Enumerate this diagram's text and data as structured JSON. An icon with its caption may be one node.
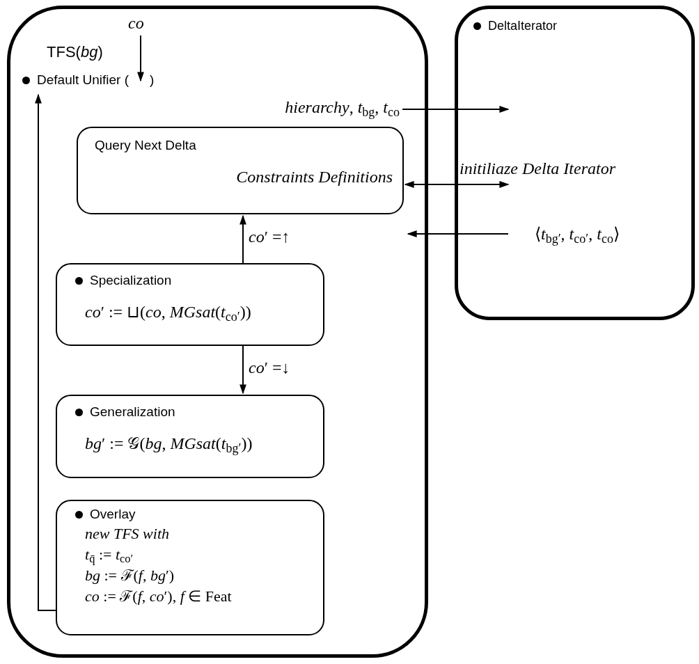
{
  "diagram": {
    "nodes": [
      {
        "text": [
          "TFS(*bg*)"
        ]
      },
      {
        "text": [
          "Default Unifier ( )"
        ],
        "in": 0
      },
      {
        "text": [
          "co"
        ],
        "in": 0
      },
      {
        "text": [
          "Query Next Delta",
          "Constraints Definitions"
        ],
        "in": 0
      },
      {
        "text": [
          "Specialization",
          "*co*′ := ⊔(*co*, *MGsat*(*t*$_{co′}$))"
        ],
        "in": 0
      },
      {
        "text": [
          "Generalization",
          "*bg*′ := 𝒢(*bg*, *MGsat*(*t*$_{bg′}$))"
        ],
        "in": 0
      },
      {
        "text": [
          "Overlay",
          "new TFS with",
          "*t*$_{q̄}$ := *t*$_{co′}$",
          "*bg* := ℱ(*f*, *bg*′)",
          "*co* := ℱ(*f*, *co*′), *f* ∈ Feat"
        ],
        "in": 0
      },
      {
        "text": [
          "DeltaIterator"
        ]
      }
    ],
    "edges": [
      {
        "from": 2,
        "to": 1,
        "arrow": "to"
      },
      {
        "from": null,
        "to": 7,
        "arrow": "to",
        "label": "*hierarchy*, *t*$_{bg}$, *t*$_{co}$"
      },
      {
        "from": 3,
        "to": 7,
        "arrow": "both",
        "label": "initiliaze Delta Iterator"
      },
      {
        "from": 7,
        "to": null,
        "arrow": "to",
        "label": "⟨*t*$_{bg′}$, *t*$_{co′}$, *t*$_{co}$⟩"
      },
      {
        "from": 4,
        "to": 3,
        "arrow": "to",
        "label": "*co*′ =↑"
      },
      {
        "from": 4,
        "to": 5,
        "arrow": "to",
        "label": "*co*′ =↓"
      },
      {
        "from": 6,
        "to": 1,
        "arrow": "to"
      }
    ]
  }
}
